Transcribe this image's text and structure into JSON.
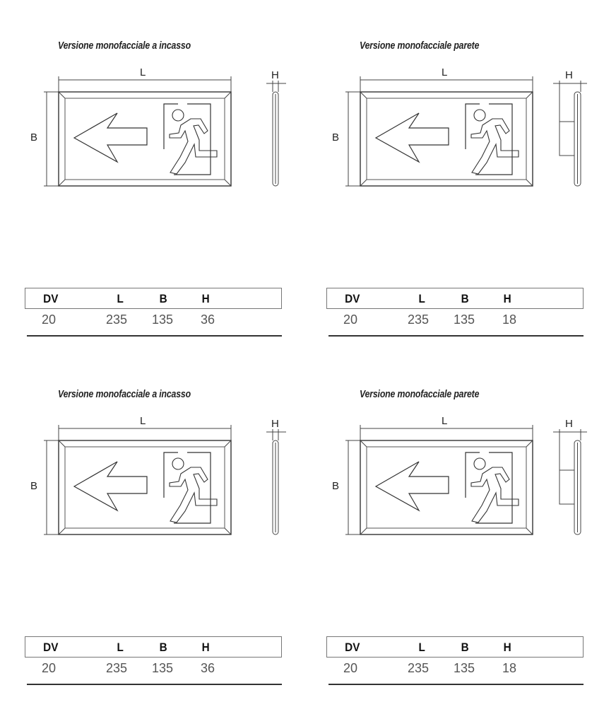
{
  "panels": [
    {
      "variant": "incasso",
      "title": "Versione monofacciale a incasso",
      "dim_labels": {
        "L": "L",
        "B": "B",
        "H": "H"
      },
      "table": {
        "headers": [
          "DV",
          "L",
          "B",
          "H"
        ],
        "values": [
          "20",
          "235",
          "135",
          "36"
        ]
      }
    },
    {
      "variant": "parete",
      "title": "Versione monofacciale parete",
      "dim_labels": {
        "L": "L",
        "B": "B",
        "H": "H"
      },
      "table": {
        "headers": [
          "DV",
          "L",
          "B",
          "H"
        ],
        "values": [
          "20",
          "235",
          "135",
          "18"
        ]
      }
    },
    {
      "variant": "incasso",
      "title": "Versione monofacciale a incasso",
      "dim_labels": {
        "L": "L",
        "B": "B",
        "H": "H"
      },
      "table": {
        "headers": [
          "DV",
          "L",
          "B",
          "H"
        ],
        "values": [
          "20",
          "235",
          "135",
          "36"
        ]
      }
    },
    {
      "variant": "parete",
      "title": "Versione monofacciale parete",
      "dim_labels": {
        "L": "L",
        "B": "B",
        "H": "H"
      },
      "table": {
        "headers": [
          "DV",
          "L",
          "B",
          "H"
        ],
        "values": [
          "20",
          "235",
          "135",
          "18"
        ]
      }
    }
  ]
}
